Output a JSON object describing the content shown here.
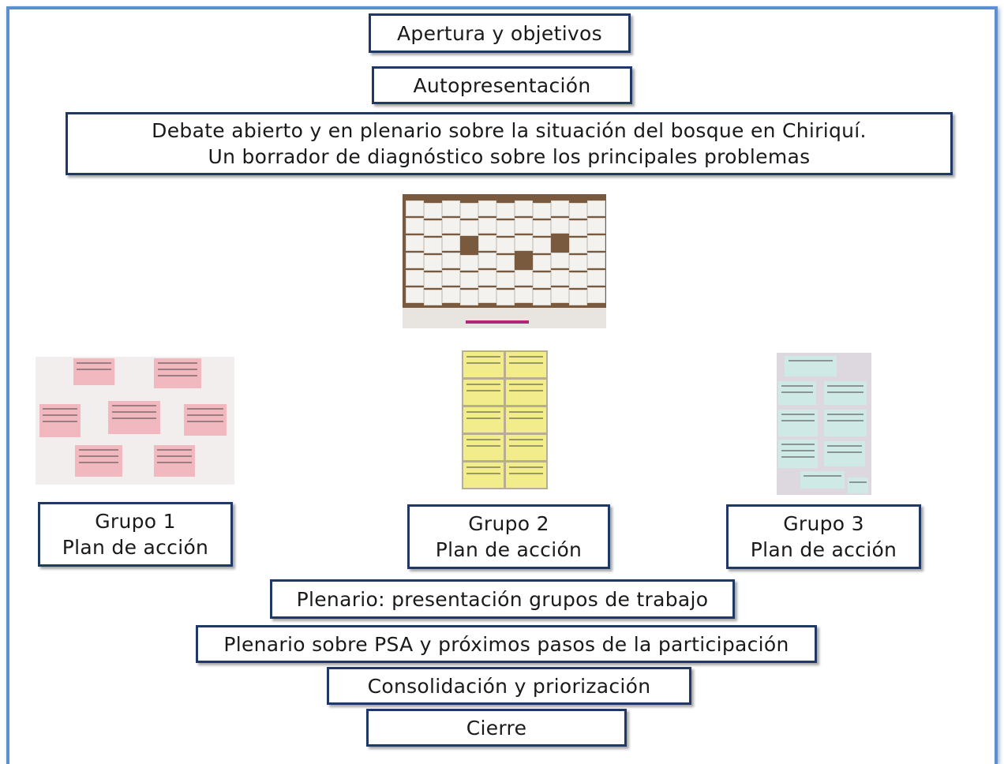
{
  "steps": {
    "apertura": "Apertura y objetivos",
    "autopresentacion": "Autopresentación",
    "debate_line1": "Debate abierto y en plenario sobre la situación del bosque en Chiriquí.",
    "debate_line2": "Un borrador de diagnóstico sobre los principales problemas",
    "plenario_grupos": "Plenario: presentación grupos de trabajo",
    "plenario_psa": "Plenario sobre PSA y próximos pasos de la participación",
    "consolidacion": "Consolidación y priorización",
    "cierre": "Cierre"
  },
  "groups": [
    {
      "name": "Grupo 1",
      "label": "Plan de acción"
    },
    {
      "name": "Grupo 2",
      "label": "Plan de acción"
    },
    {
      "name": "Grupo 3",
      "label": "Plan de acción"
    }
  ],
  "colors": {
    "frame": "#5b8fd0",
    "box_border": "#1f3864",
    "pink_note": "#f2b8bf",
    "yellow_note": "#f2ec8a",
    "teal_note": "#cfe9e6"
  }
}
